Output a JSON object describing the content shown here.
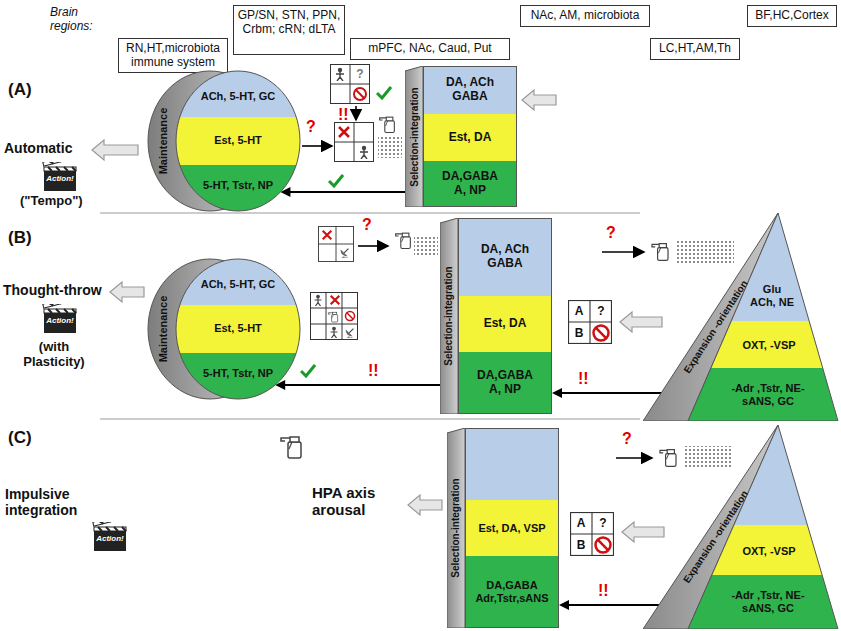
{
  "diagram": {
    "nodes": [
      {
        "text": [
          "RN,HT,microbiota immune system"
        ]
      },
      {
        "text": [
          "GP/SN, STN, PPN, Crbm; cRN; dLTA"
        ]
      },
      {
        "text": [
          "mPFC, NAc, Caud, Put"
        ]
      },
      {
        "text": [
          "NAc, AM, microbiota"
        ]
      },
      {
        "text": [
          "LC,HT,AM,Th"
        ]
      },
      {
        "text": [
          "BF,HC,Cortex"
        ]
      },
      {
        "text": [
          "Maintenance"
        ]
      },
      {
        "text": [
          "ACh, 5-HT, GC"
        ],
        "in": 6
      },
      {
        "text": [
          "Est, 5-HT"
        ],
        "in": 6
      },
      {
        "text": [
          "5-HT, Tstr, NP"
        ],
        "in": 6
      },
      {
        "text": [
          "Selection-integration"
        ]
      },
      {
        "text": [
          "DA, ACh GABA"
        ],
        "in": 10
      },
      {
        "text": [
          "Est, DA"
        ],
        "in": 10
      },
      {
        "text": [
          "DA,GABA A, NP"
        ],
        "in": 10
      },
      {
        "text": [
          "Maintenance"
        ]
      },
      {
        "text": [
          "ACh, 5-HT, GC"
        ],
        "in": 14
      },
      {
        "text": [
          "Est, 5-HT"
        ],
        "in": 14
      },
      {
        "text": [
          "5-HT, Tstr, NP"
        ],
        "in": 14
      },
      {
        "text": [
          "Selection-integration"
        ]
      },
      {
        "text": [
          "DA, ACh GABA"
        ],
        "in": 18
      },
      {
        "text": [
          "Est, DA"
        ],
        "in": 18
      },
      {
        "text": [
          "DA,GABA A, NP"
        ],
        "in": 18
      },
      {
        "text": [
          "Expansion -orientation"
        ]
      },
      {
        "text": [
          "Glu ACh, NE"
        ],
        "in": 22
      },
      {
        "text": [
          "OXT, -VSP"
        ],
        "in": 22
      },
      {
        "text": [
          "-Adr ,Tstr, NE-sANS, GC"
        ],
        "in": 22
      },
      {
        "text": [
          "Selection-integration"
        ]
      },
      {
        "text": [
          "Est, DA, VSP"
        ],
        "in": 26
      },
      {
        "text": [
          "DA,GABA Adr,Tstr,sANS"
        ],
        "in": 26
      },
      {
        "text": [
          "Expansion -orientation"
        ]
      },
      {
        "text": [
          "OXT, -VSP"
        ],
        "in": 29
      },
      {
        "text": [
          "-Adr ,Tstr, NE-sANS, GC"
        ],
        "in": 29
      }
    ],
    "edges": [
      {
        "from": 10,
        "to": 6,
        "arrow": "to"
      },
      {
        "from": 22,
        "to": 18,
        "arrow": "to"
      },
      {
        "from": 18,
        "to": 14,
        "arrow": "to"
      },
      {
        "from": 29,
        "to": 26,
        "arrow": "to"
      }
    ],
    "labels": [
      "Brain regions:",
      "(A)",
      "Automatic",
      "Action!",
      "(\"Tempo\")",
      "!!",
      "?",
      "?",
      "(B)",
      "Thought-throw",
      "Action!",
      "(with Plasticity)",
      "?",
      "!!",
      "A",
      "?",
      "B",
      "?",
      "!!",
      "(C)",
      "Impulsive integration",
      "Action!",
      "HPA axis arousal",
      "A",
      "?",
      "B",
      "?",
      "!!"
    ]
  }
}
